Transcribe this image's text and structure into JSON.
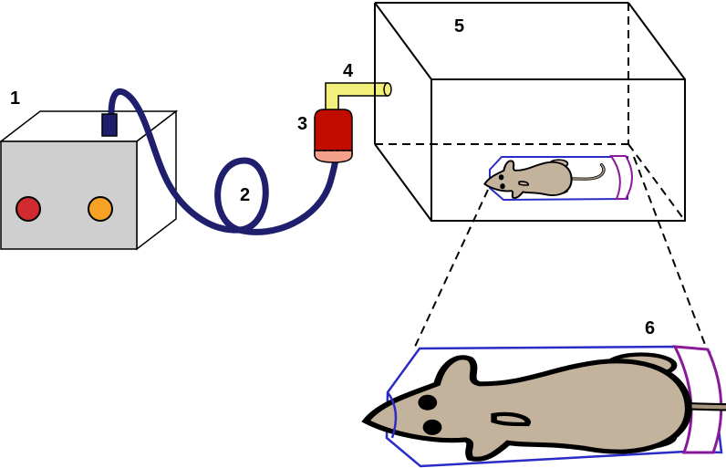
{
  "labels": {
    "control_unit": "1",
    "tubing": "2",
    "nebulizer": "3",
    "inlet_pipe": "4",
    "chamber": "5",
    "restrainer": "6"
  },
  "colors": {
    "unit_face": "#cfcfcf",
    "button_red": "#d12b2f",
    "button_orange": "#f7a125",
    "tube": "#1f1f6e",
    "nebulizer_body": "#c00d00",
    "nebulizer_base": "#f4a08a",
    "pipe": "#f2f07a",
    "mouse_body": "#c4b39c",
    "restrainer_outline": "#2b2bc8",
    "restrainer_cap": "#8a1a9a"
  }
}
